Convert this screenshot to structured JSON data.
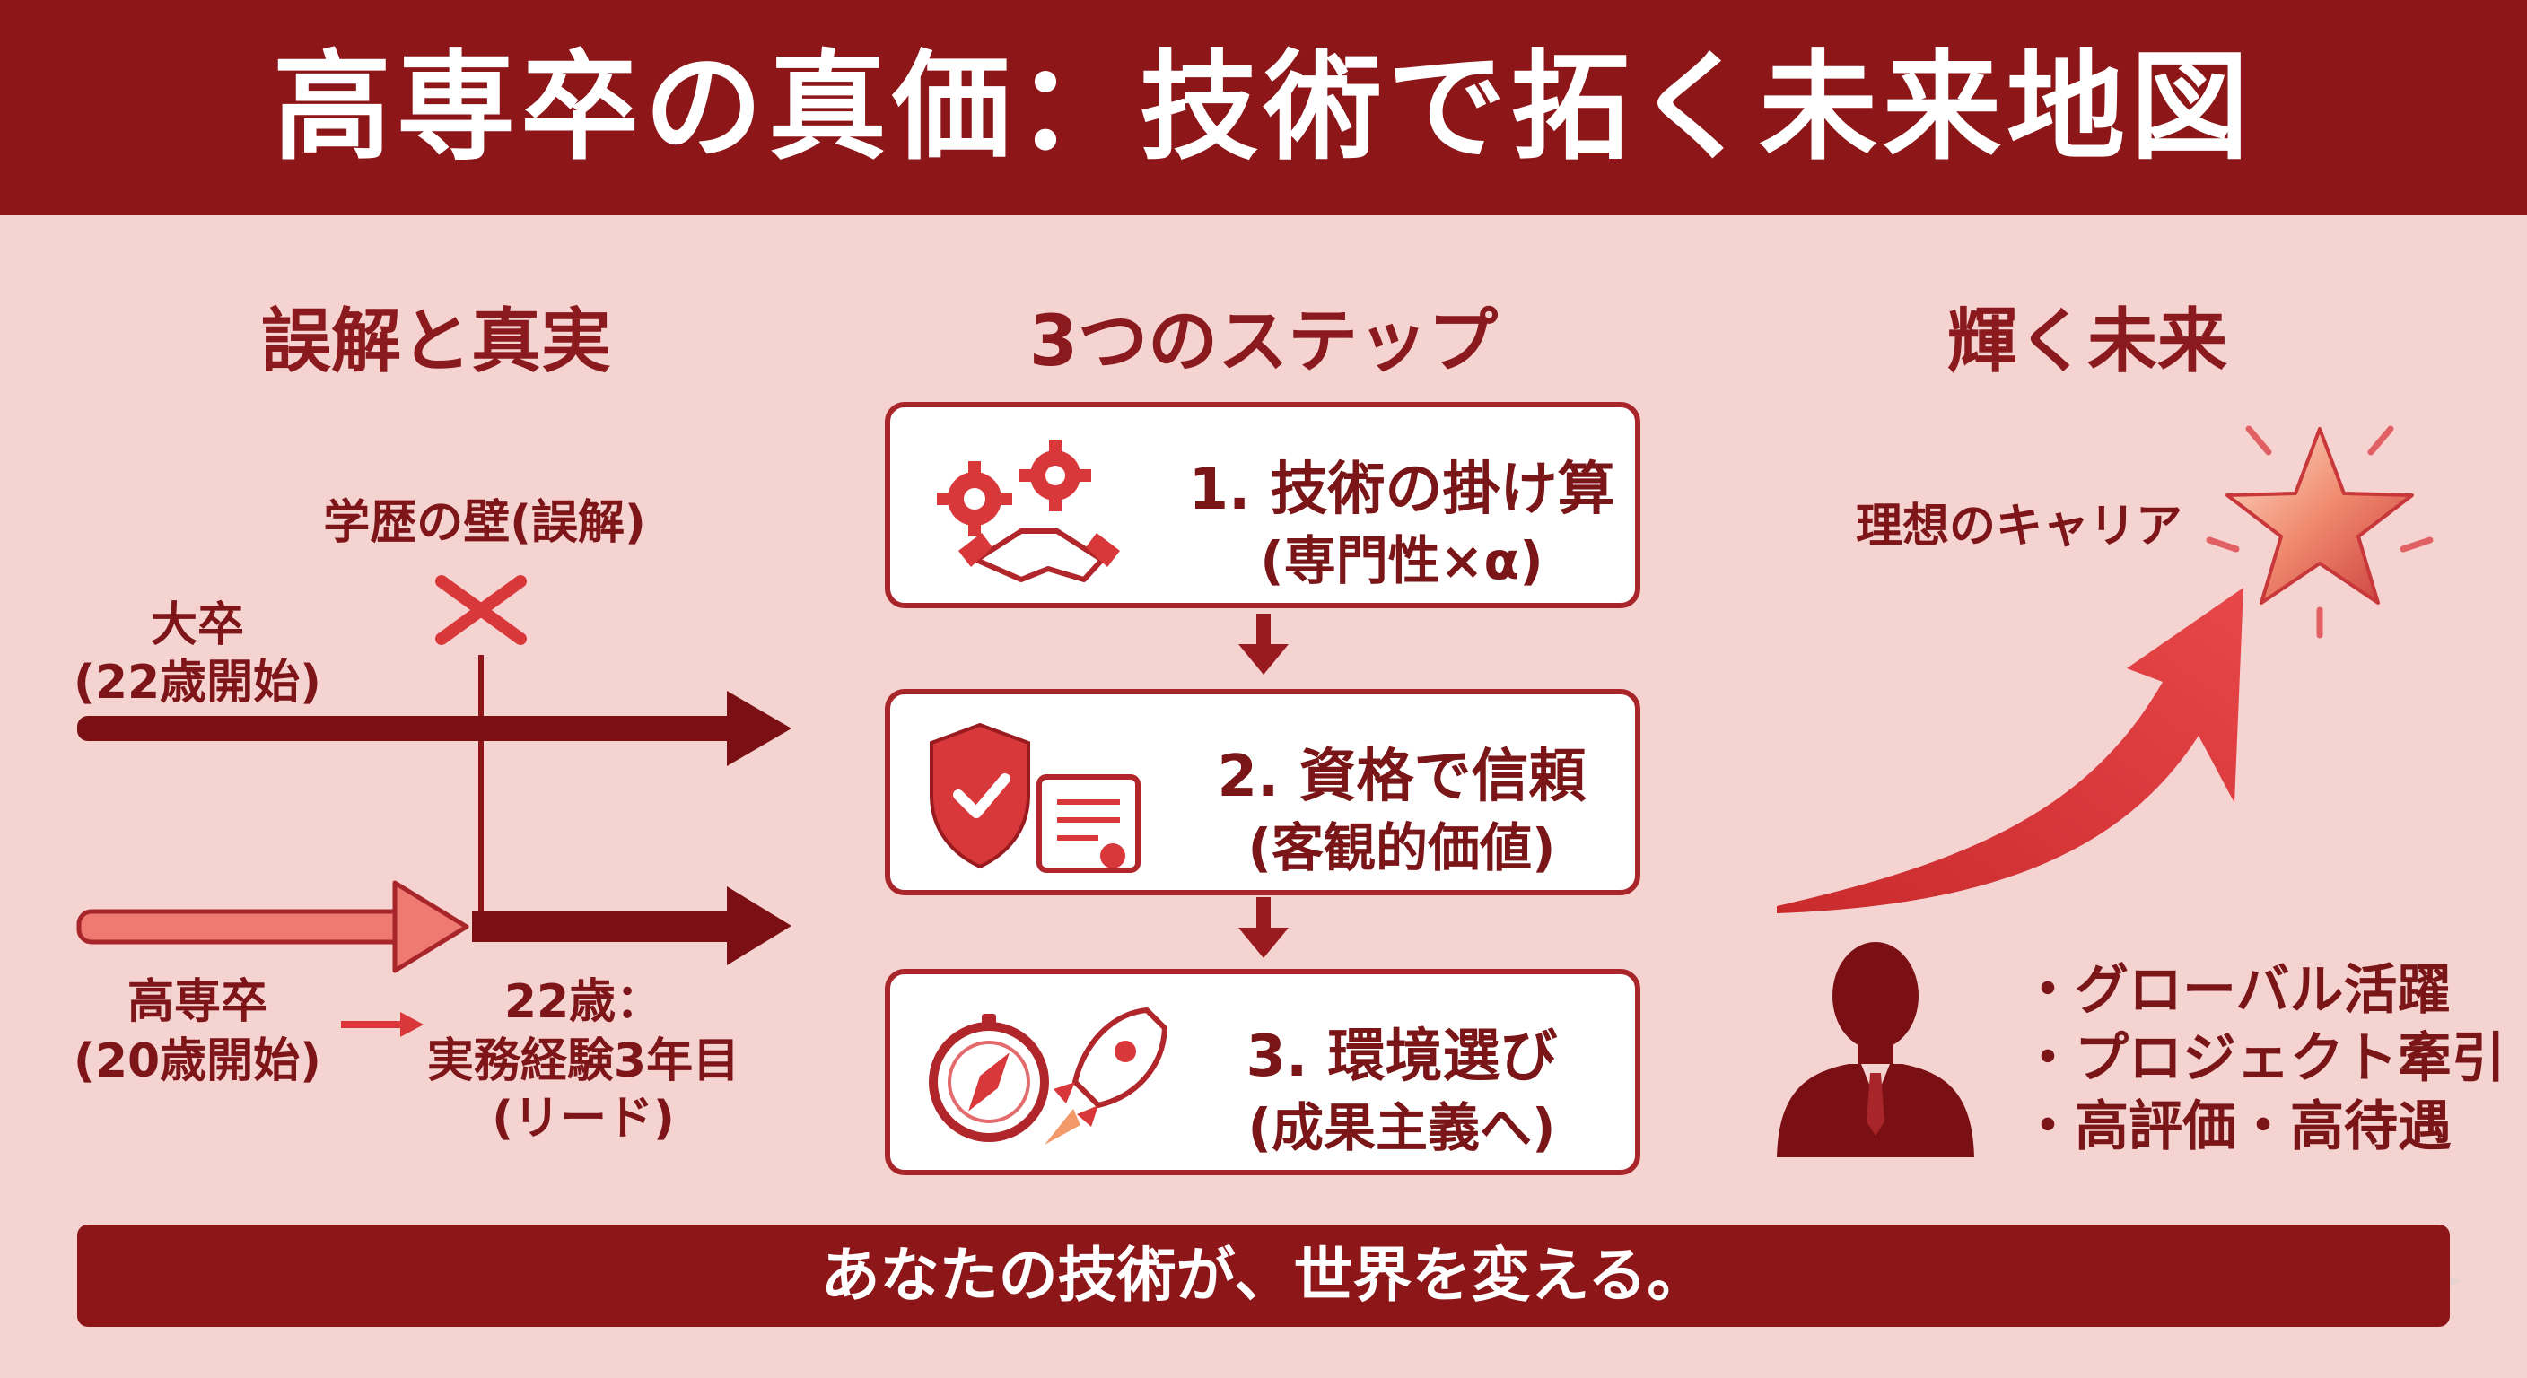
{
  "title": "高専卒の真価：技術で拓く未来地図",
  "sections": {
    "left_title": "誤解と真実",
    "middle_title": "3つのステップ",
    "right_title": "輝く未来"
  },
  "myth": {
    "wall_label": "学歴の壁(誤解)",
    "univ_line1": "大卒",
    "univ_line2": "(22歳開始)",
    "kosen_line1": "高専卒",
    "kosen_line2": "(20歳開始)",
    "at22_line1": "22歳：",
    "at22_line2": "実務経験3年目",
    "at22_line3": "(リード)"
  },
  "steps": [
    {
      "title": "1. 技術の掛け算",
      "sub": "(専門性×α)",
      "icons": [
        "gears-icon",
        "handshake-icon"
      ]
    },
    {
      "title": "2. 資格で信頼",
      "sub": "(客観的価値)",
      "icons": [
        "shield-check-icon",
        "certificate-icon"
      ]
    },
    {
      "title": "3. 環境選び",
      "sub": "(成果主義へ)",
      "icons": [
        "compass-icon",
        "rocket-icon"
      ]
    }
  ],
  "future": {
    "career_label": "理想のキャリア",
    "bullets": [
      "グローバル活躍",
      "プロジェクト牽引",
      "高評価・高待遇"
    ]
  },
  "footer": "あなたの技術が、世界を変える。",
  "colors": {
    "brand_dark": "#8d1619",
    "background": "#f5d3d1",
    "accent_red": "#d9383a",
    "light_red": "#ee7a72"
  }
}
